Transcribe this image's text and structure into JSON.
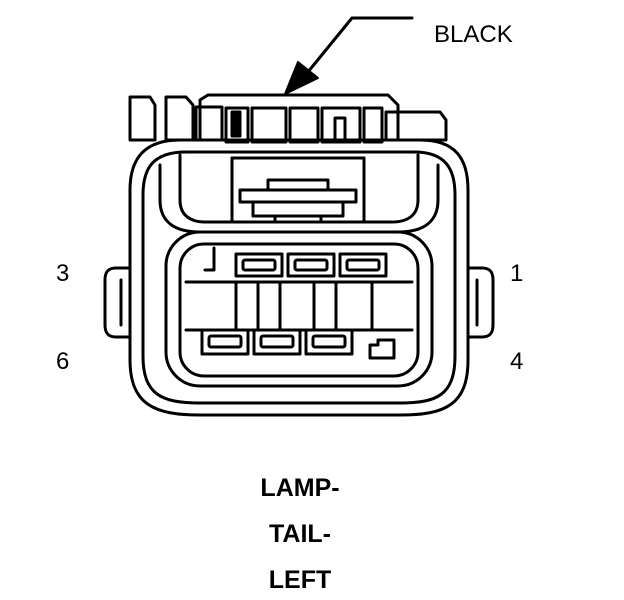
{
  "callout": {
    "color_label": "BLACK"
  },
  "pins": {
    "top_left": "3",
    "top_right": "1",
    "bottom_left": "6",
    "bottom_right": "4"
  },
  "title": {
    "line1": "LAMP-",
    "line2": "TAIL-",
    "line3": "LEFT"
  },
  "colors": {
    "ink": "#000000",
    "paper": "#ffffff"
  }
}
